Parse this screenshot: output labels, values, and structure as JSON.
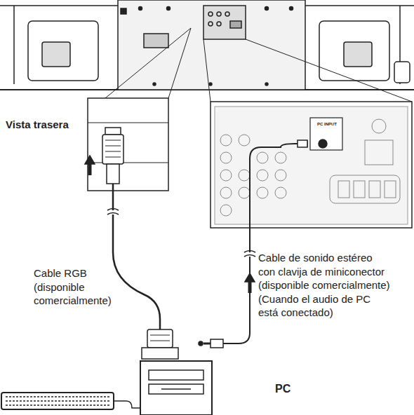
{
  "diagram": {
    "labels": [
      "Vista trasera",
      "Cable RGB (disponible comercialmente)",
      "Cable de sonido estéreo con clavija de miniconector (disponible comercialmente) (Cuando el audio de PC está conectado)",
      "PC",
      "PC INPUT"
    ]
  }
}
